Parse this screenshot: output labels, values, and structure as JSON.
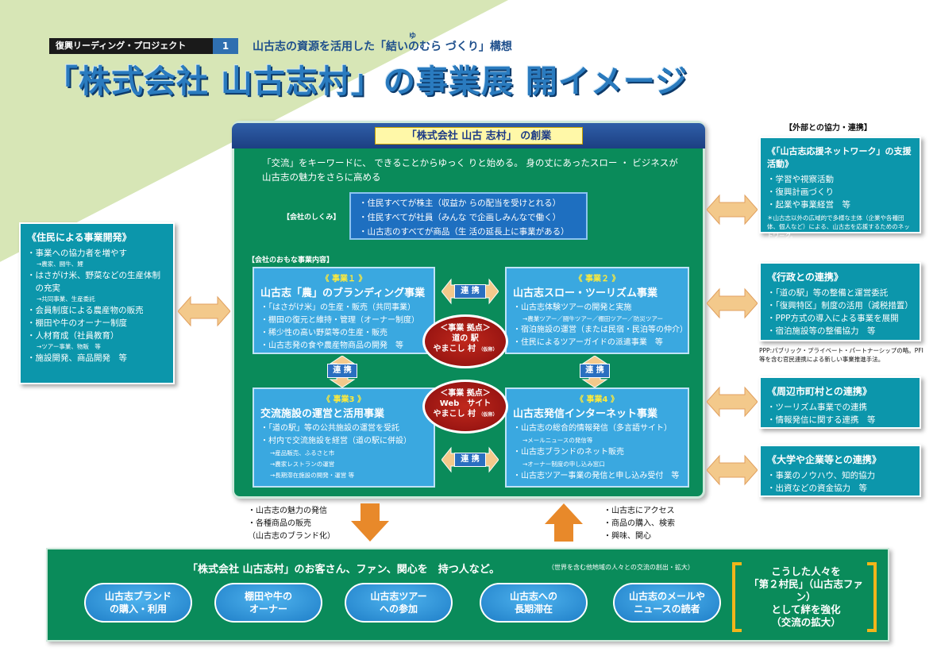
{
  "header": {
    "tag": "復興リーディング・プロジェクト",
    "tag_number": "1",
    "subtitle": "山古志の資源を活用した「結いのむら づくり」構想",
    "ruby": "ゆ",
    "title": "「株式会社 山古志村」の事業展 開イメージ"
  },
  "main": {
    "heading": "「株式会社 山古 志村」 の創業",
    "lead_1": "「交流」をキーワードに、 できることからゆっく りと始める。 身の丈にあったスロー ・ ビジネスが",
    "lead_2": "山古志の魅力をさらに高める",
    "mechanism_label": "【会社のしくみ】",
    "mechanism": [
      "・住民すべてが株主（収益か らの配当を受けとれる）",
      "・住民すべてが社員（みんな で企画しみんなで働く）",
      "・山古志のすべてが商品（生 活の延長上に事業がある）"
    ],
    "business_label": "【会社のおもな事業内容】",
    "businesses": [
      {
        "number": "《 事業１ 》",
        "title": "山古志「農」のブランディング事業",
        "items": [
          "・「はさがけ米」の生産・販売（共同事業）",
          "・棚田の復元と維持・管理（オーナー制度）",
          "・稀少性の高い野菜等の生産・販売",
          "・山古志発の食や農産物商品の開発　等"
        ]
      },
      {
        "number": "《 事業２ 》",
        "title": "山古志スロー・ツーリズム事業",
        "items": [
          "・山古志体験ツアーの開発と実施",
          "→農業ツアー／闘牛ツアー／棚田ツアー／防災ツアー",
          "・宿泊施設の運営（または民宿・民泊等の仲介）",
          "・住民によるツアーガイドの派遣事業　等"
        ]
      },
      {
        "number": "《 事業3 》",
        "title": "交流施設の運営と活用事業",
        "items": [
          "・「道の駅」等の公共施設の運営を受託",
          "・村内で交流施設を経営（道の駅に併設）",
          "→産品販売、ふるさと市",
          "→農家レストランの運営",
          "→長期滞在施設の開発・運営 等"
        ]
      },
      {
        "number": "《 事業4 》",
        "title": "山古志発信インターネット事業",
        "items": [
          "・山古志の総合的情報発信（多言語サイト）",
          "→メールニュースの発信等",
          "・山古志ブランドのネット販売",
          "→オーナー制度の申し込み窓口",
          "・山古志ツアー事業の発信と申し込み受付　等"
        ]
      }
    ],
    "link_label": "連 携",
    "base_1": [
      "＜事業 拠点＞",
      "道の 駅",
      "やまこし 村",
      "（仮称）"
    ],
    "base_2": [
      "＜事業 拠点＞",
      "Web　サイト",
      "やまこし 村",
      "（仮称）"
    ]
  },
  "left_panel": {
    "title": "《住民による事業開発》",
    "items": [
      {
        "text": "・事業への協力者を増やす",
        "sub": false
      },
      {
        "text": "→農家、闘牛、鯉",
        "sub": true
      },
      {
        "text": "・はさがけ米、野菜などの生産体制",
        "sub": false
      },
      {
        "text": "　の充実",
        "sub": false
      },
      {
        "text": "→共同事業、生産委託",
        "sub": true
      },
      {
        "text": "・会員制度による農産物の販売",
        "sub": false
      },
      {
        "text": "・棚田や牛のオーナー制度",
        "sub": false
      },
      {
        "text": "・人材育成（社員教育）",
        "sub": false
      },
      {
        "text": "→ツアー事業、物販　等",
        "sub": true
      },
      {
        "text": "・施設開発、商品開発　等",
        "sub": false
      }
    ]
  },
  "external_label": "【外部との協力・連携】",
  "right_panels": [
    {
      "title": "《「山古志応援ネットワーク」の支援活動》",
      "items": [
        "・学習や視察活動",
        "・復興計画づくり",
        "・起業や事業経営　等"
      ],
      "note": "＊山古志以外の広域的で多様な主体（企業や各種団体、個人など）による、山古志を応援するためのネットワーク。"
    },
    {
      "title": "《行政との連携》",
      "items": [
        "・「道の駅」等の整備と運営委託",
        "・「復興特区」制度の活用（減税措置）",
        "・PPP方式の導入による事業を展開",
        "・宿泊施設等の整備協力　等"
      ]
    },
    {
      "title": "《周辺市町村との連携》",
      "items": [
        "・ツーリズム事業での連携",
        "・情報発信に関する連携　等"
      ]
    },
    {
      "title": "《大学や企業等との連携》",
      "items": [
        "・事業のノウハウ、知的協力",
        "・出資などの資金協力　等"
      ]
    }
  ],
  "ppp_note": "PPP:パブリック・プライベート・パートナーシップの略。PFI等を含む官民連携による新しい事業推進手法。",
  "flow_down": [
    "・山古志の魅力の発信",
    "・各種商品の販売",
    "（山古志のブランド化）"
  ],
  "flow_up": [
    "・山古志にアクセス",
    "・商品の購入、検索",
    "・興味、関心"
  ],
  "bottom": {
    "title": "「株式会社 山古志村」のお客さん、ファン、関心を　持つ人など。",
    "title_note": "（世界を含む他地域の人々との交流の創出・拡大）",
    "pills": [
      "山古志ブランド\nの購入・利用",
      "棚田や牛の\nオーナー",
      "山古志ツアー\nへの参加",
      "山古志への\n長期滞在",
      "山古志のメールや\nニュースの読者"
    ],
    "closing": "こうした人々を\n「第２村民」（山古志ファン）\nとして絆を強化\n（交流の拡大）"
  },
  "colors": {
    "main_green": "#0a8b5a",
    "panel_teal": "#0c96ab",
    "business_blue": "#3aa8e0",
    "base_red": "#a8171a",
    "arrow_orange": "#e8892a",
    "bracket_gold": "#f2b51a"
  }
}
